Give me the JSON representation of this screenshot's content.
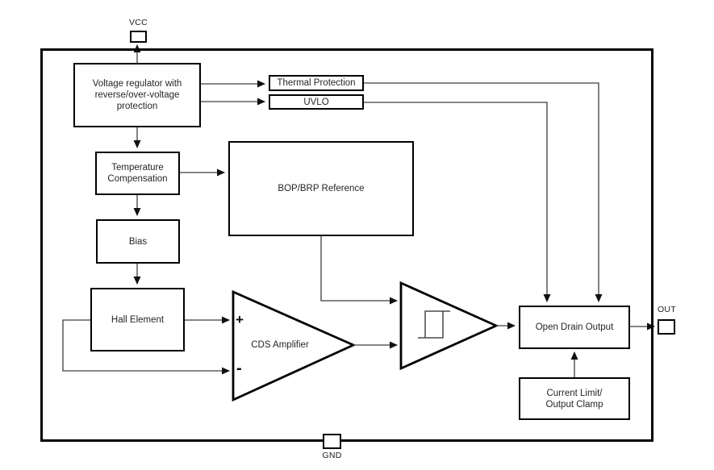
{
  "figure": {
    "title_semantic": "hall-effect-sensor-ic-block-diagram",
    "background": "#ffffff",
    "colors": {
      "outline": "#000000",
      "connector": "#3d3d3d",
      "arrow": "#111111",
      "text": "#262626",
      "hysteresis": "#4a4a4a"
    },
    "pins": {
      "vcc": "VCC",
      "gnd": "GND",
      "out": "OUT"
    },
    "blocks": {
      "voltage_regulator": {
        "lines": [
          "Voltage regulator with",
          "reverse/over-voltage",
          "protection"
        ]
      },
      "thermal_protection": {
        "label": "Thermal Protection"
      },
      "uvlo": {
        "label": "UVLO"
      },
      "temperature_compensation": {
        "lines": [
          "Temperature",
          "Compensation"
        ]
      },
      "bop_brp_reference": {
        "label": "BOP/BRP Reference"
      },
      "bias": {
        "label": "Bias"
      },
      "hall_element": {
        "label": "Hall Element"
      },
      "cds_amplifier": {
        "label": "CDS Amplifier",
        "plus_input": "+",
        "minus_input": "-"
      },
      "schmitt_trigger": {
        "icon": "hysteresis-icon"
      },
      "open_drain_output": {
        "label": "Open Drain Output"
      },
      "current_limit": {
        "lines": [
          "Current Limit/",
          "Output Clamp"
        ]
      }
    }
  }
}
